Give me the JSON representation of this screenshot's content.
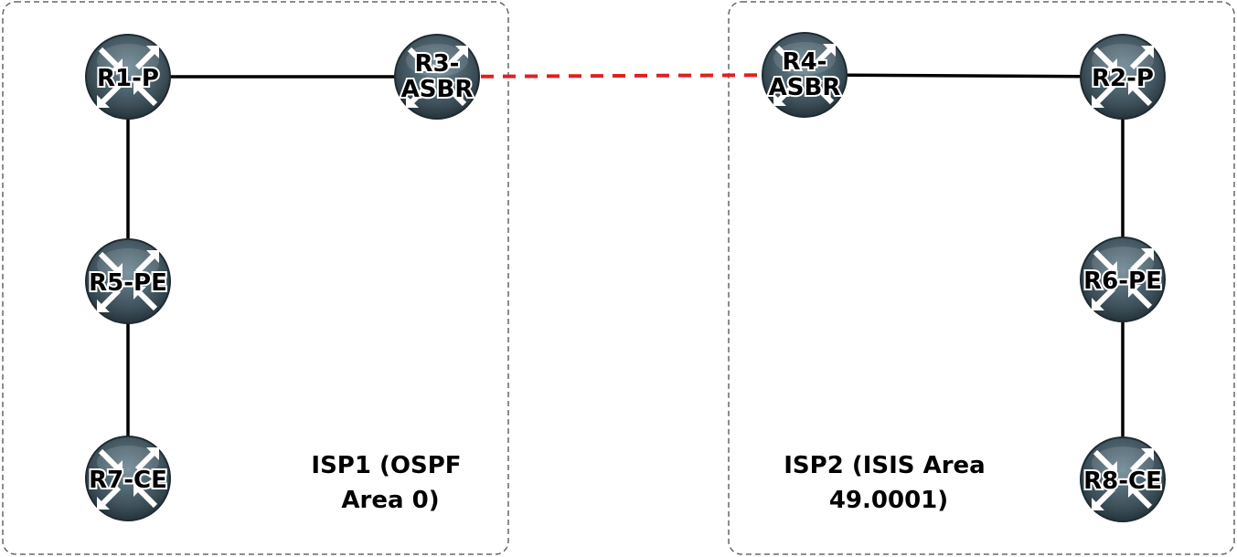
{
  "colors": {
    "link": "#000000",
    "inter_as_link": "#e02020",
    "router_body": "#4b5e68",
    "router_arrow": "#ffffff",
    "area_border": "#666666"
  },
  "areas": [
    {
      "id": "isp1",
      "label_lines": [
        "ISP1 (OSPF",
        "Area 0)"
      ]
    },
    {
      "id": "isp2",
      "label_lines": [
        "ISP2 (ISIS Area",
        "49.0001)"
      ]
    }
  ],
  "routers": [
    {
      "id": "r1",
      "label_lines": [
        "R1-P"
      ],
      "icon": "router-icon"
    },
    {
      "id": "r3",
      "label_lines": [
        "R3-",
        "ASBR"
      ],
      "icon": "router-icon"
    },
    {
      "id": "r5",
      "label_lines": [
        "R5-PE"
      ],
      "icon": "router-icon"
    },
    {
      "id": "r7",
      "label_lines": [
        "R7-CE"
      ],
      "icon": "router-icon"
    },
    {
      "id": "r4",
      "label_lines": [
        "R4-",
        "ASBR"
      ],
      "icon": "router-icon"
    },
    {
      "id": "r2",
      "label_lines": [
        "R2-P"
      ],
      "icon": "router-icon"
    },
    {
      "id": "r6",
      "label_lines": [
        "R6-PE"
      ],
      "icon": "router-icon"
    },
    {
      "id": "r8",
      "label_lines": [
        "R8-CE"
      ],
      "icon": "router-icon"
    }
  ],
  "links": [
    {
      "from": "r1",
      "to": "r3",
      "style": "solid"
    },
    {
      "from": "r1",
      "to": "r5",
      "style": "solid"
    },
    {
      "from": "r5",
      "to": "r7",
      "style": "solid"
    },
    {
      "from": "r3",
      "to": "r4",
      "style": "dashed"
    },
    {
      "from": "r4",
      "to": "r2",
      "style": "solid"
    },
    {
      "from": "r2",
      "to": "r6",
      "style": "solid"
    },
    {
      "from": "r6",
      "to": "r8",
      "style": "solid"
    }
  ]
}
